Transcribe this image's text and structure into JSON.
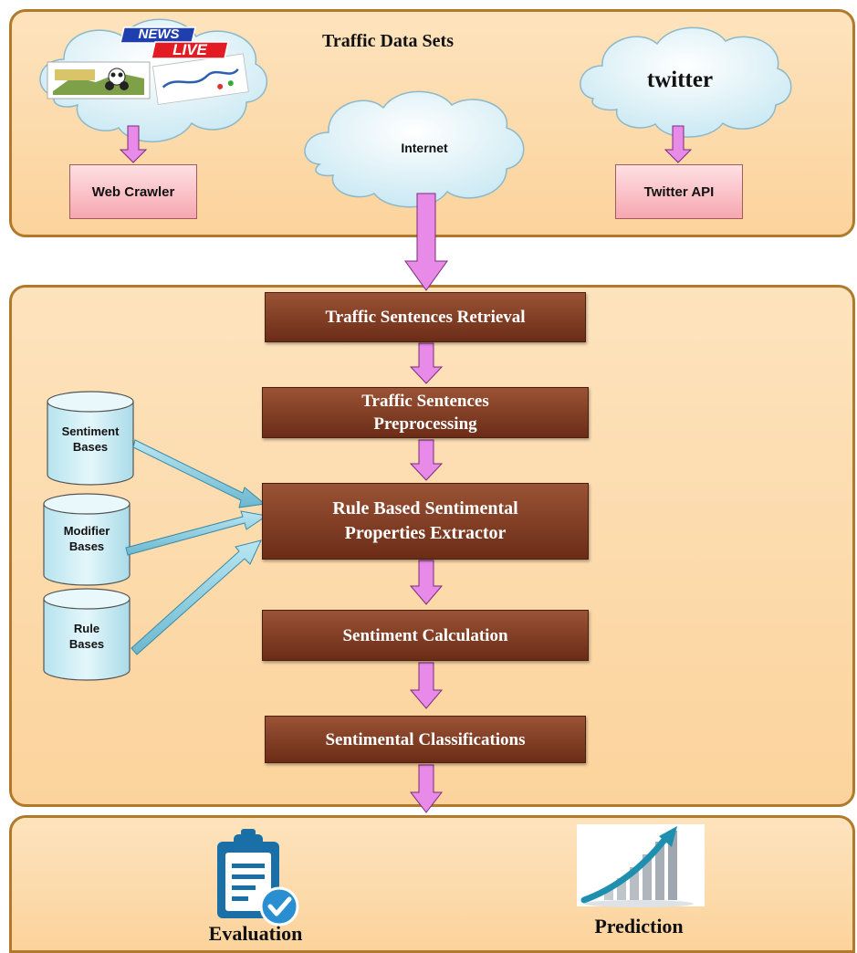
{
  "sources": {
    "title": "Traffic Data Sets",
    "internet_label": "Internet",
    "twitter_logo": "twitter",
    "news_badge_top": "NEWS",
    "news_badge_bottom": "LIVE",
    "web_crawler": "Web Crawler",
    "twitter_api": "Twitter API"
  },
  "pipeline": {
    "steps": [
      "Traffic Sentences Retrieval",
      "Traffic Sentences Preprocessing",
      "Rule Based Sentimental Properties Extractor",
      "Sentiment Calculation",
      "Sentimental Classifications"
    ],
    "step2_line1": "Traffic Sentences",
    "step2_line2": "Preprocessing",
    "step3_line1": "Rule Based Sentimental",
    "step3_line2": "Properties Extractor"
  },
  "knowledge_bases": {
    "sentiment_line1": "Sentiment",
    "sentiment_line2": "Bases",
    "modifier_line1": "Modifier",
    "modifier_line2": "Bases",
    "rule_line1": "Rule",
    "rule_line2": "Bases"
  },
  "outputs": {
    "evaluation": "Evaluation",
    "prediction": "Prediction"
  },
  "colors": {
    "panel_fill": "#fcd39c",
    "panel_border": "#b07a2a",
    "step_box": "#7a3620",
    "pink_box": "#f7a7b0",
    "arrow_fill": "#e88be8",
    "database": "#cdeff5",
    "blue_arrow": "#8fcfe0",
    "clipboard_icon": "#1a6fa6",
    "check_badge": "#2a8fd0"
  },
  "icons": [
    "cloud-icon",
    "database-icon",
    "clipboard-check-icon",
    "growth-chart-icon"
  ]
}
